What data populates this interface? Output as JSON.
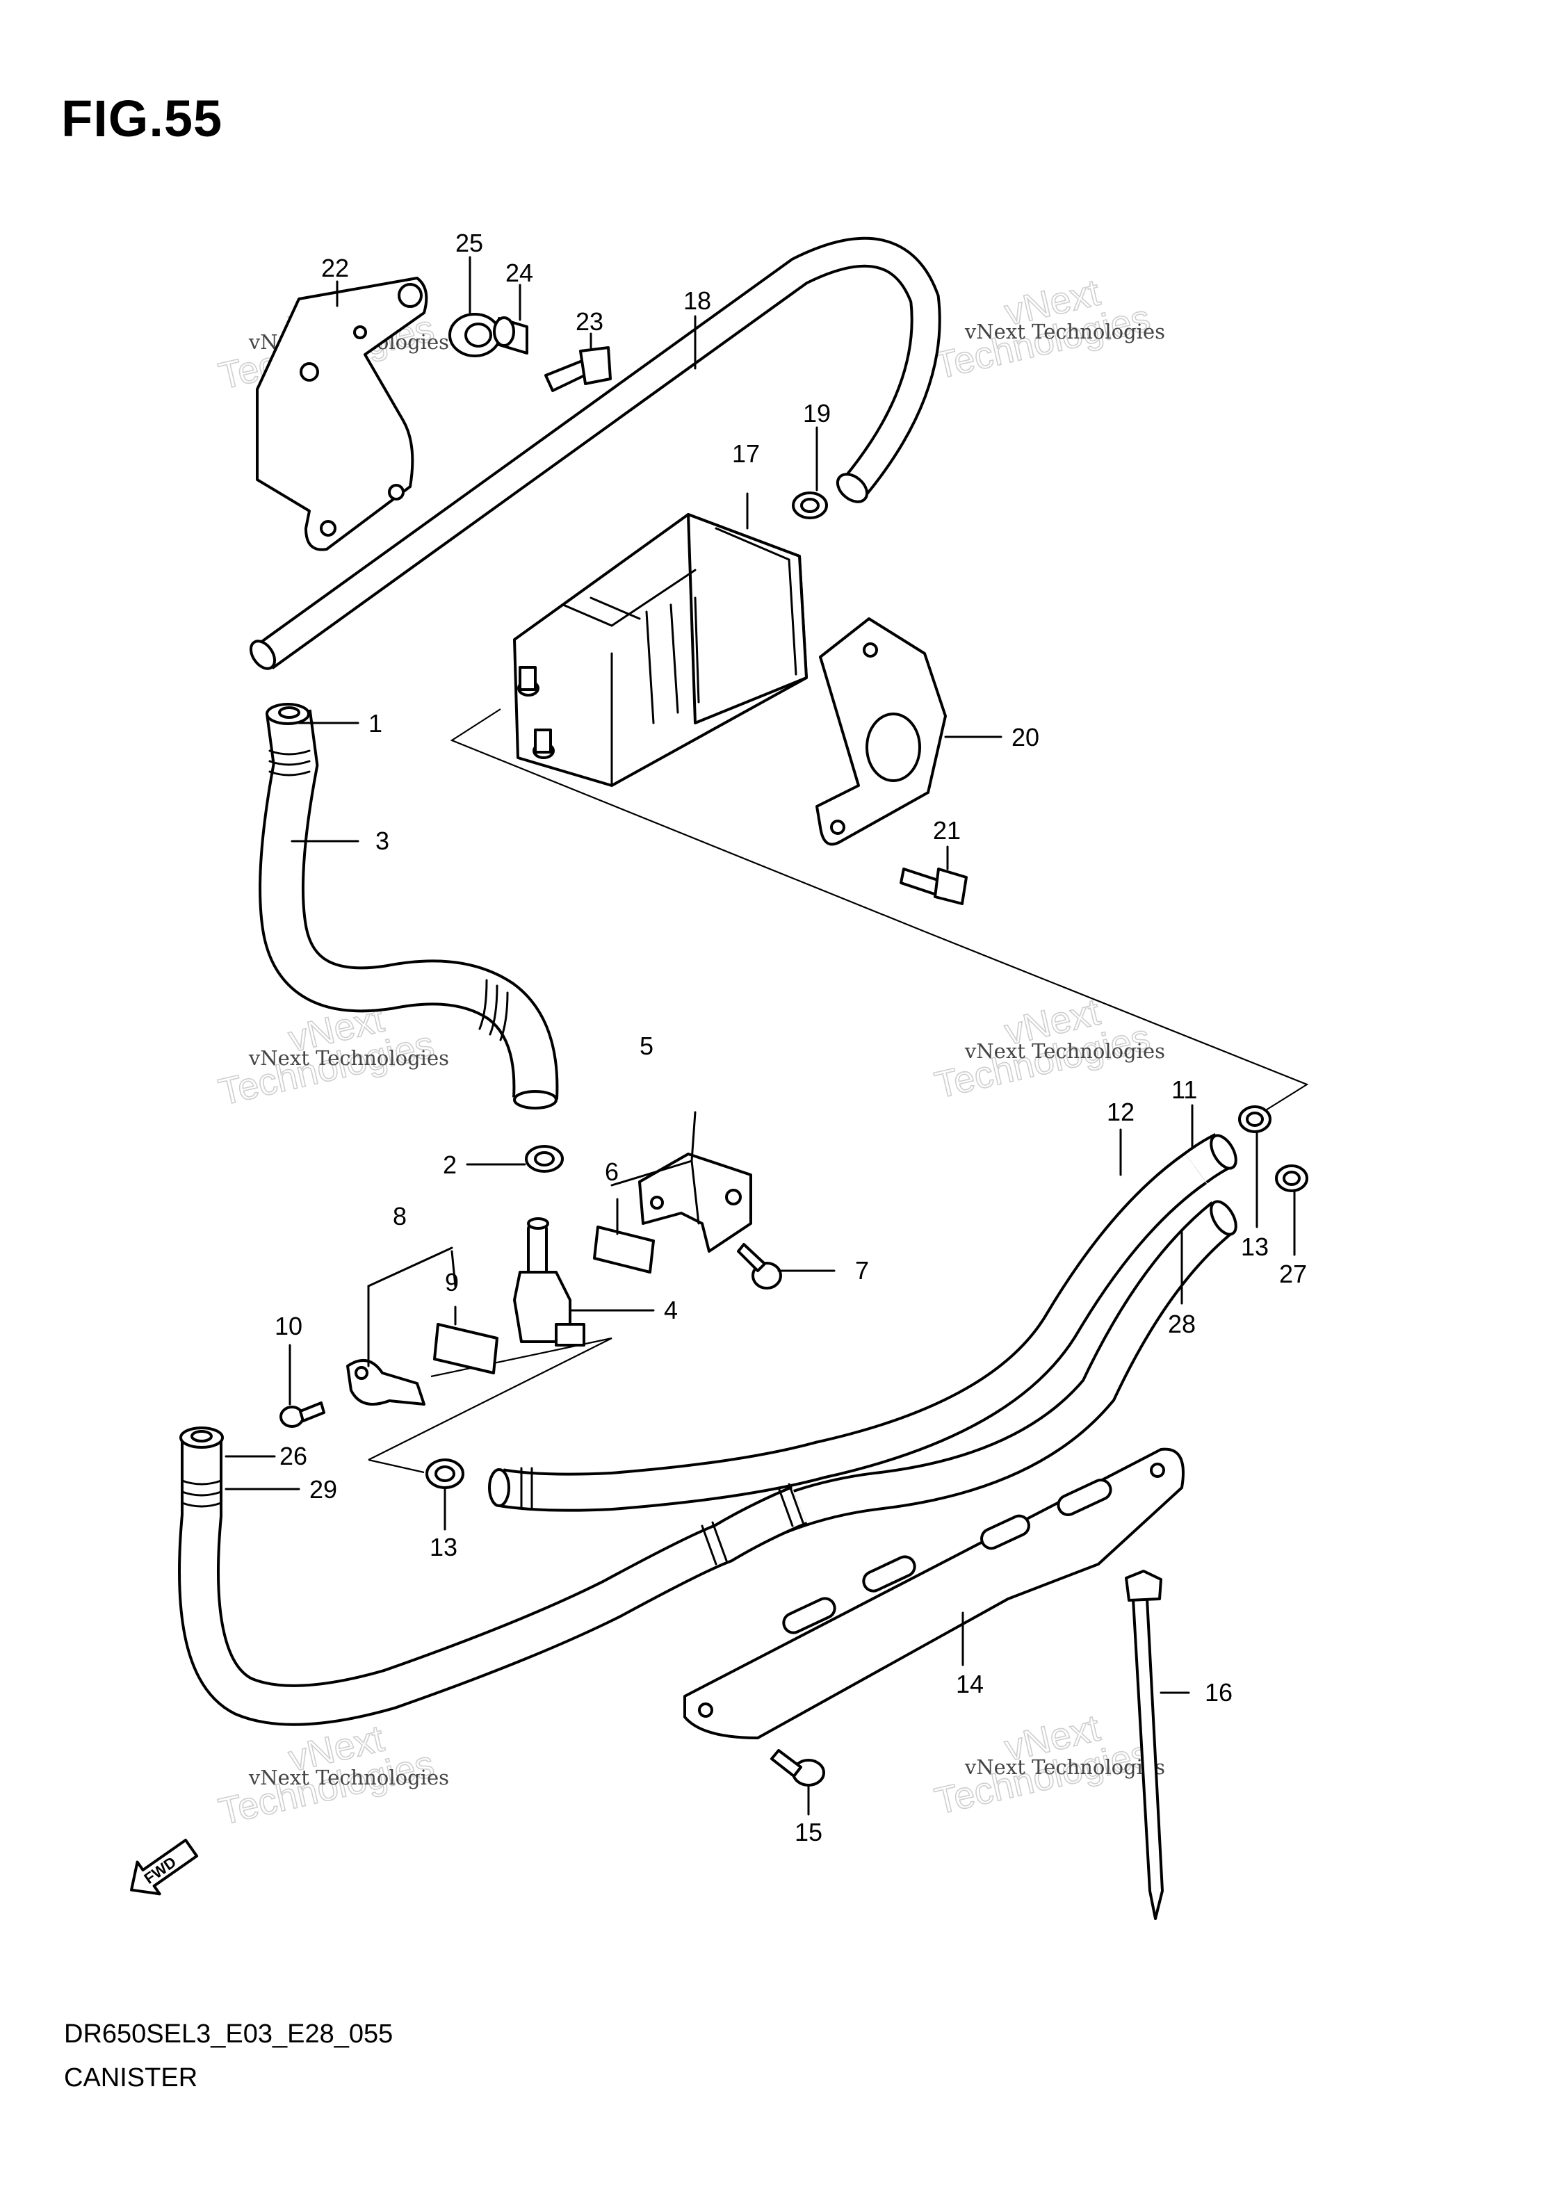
{
  "figure": {
    "title": "FIG.55",
    "code": "DR650SEL3_E03_E28_055",
    "name": "CANISTER"
  },
  "watermarks": [
    {
      "brand": "vNext",
      "line": "vNext Technologies",
      "large": "Technologies"
    },
    {
      "brand": "vNext",
      "line": "vNext Technologies",
      "large": "Technologies"
    },
    {
      "brand": "vNext",
      "line": "vNext Technologies",
      "large": "Technologies"
    },
    {
      "brand": "vNext",
      "line": "vNext Technologies",
      "large": "Technologies"
    },
    {
      "brand": "vNext",
      "line": "vNext Technologies",
      "large": "Technologies"
    },
    {
      "brand": "vNext",
      "line": "vNext Technologies",
      "large": "Technologies"
    }
  ],
  "fwd_label": "FWD",
  "callouts": {
    "c1": "1",
    "c2": "2",
    "c3": "3",
    "c4": "4",
    "c5": "5",
    "c6": "6",
    "c7": "7",
    "c8": "8",
    "c9": "9",
    "c10": "10",
    "c11": "11",
    "c12": "12",
    "c13a": "13",
    "c13b": "13",
    "c14": "14",
    "c15": "15",
    "c16": "16",
    "c17": "17",
    "c18": "18",
    "c19": "19",
    "c20": "20",
    "c21": "21",
    "c22": "22",
    "c23": "23",
    "c24": "24",
    "c25": "25",
    "c26": "26",
    "c27": "27",
    "c28": "28",
    "c29": "29"
  }
}
